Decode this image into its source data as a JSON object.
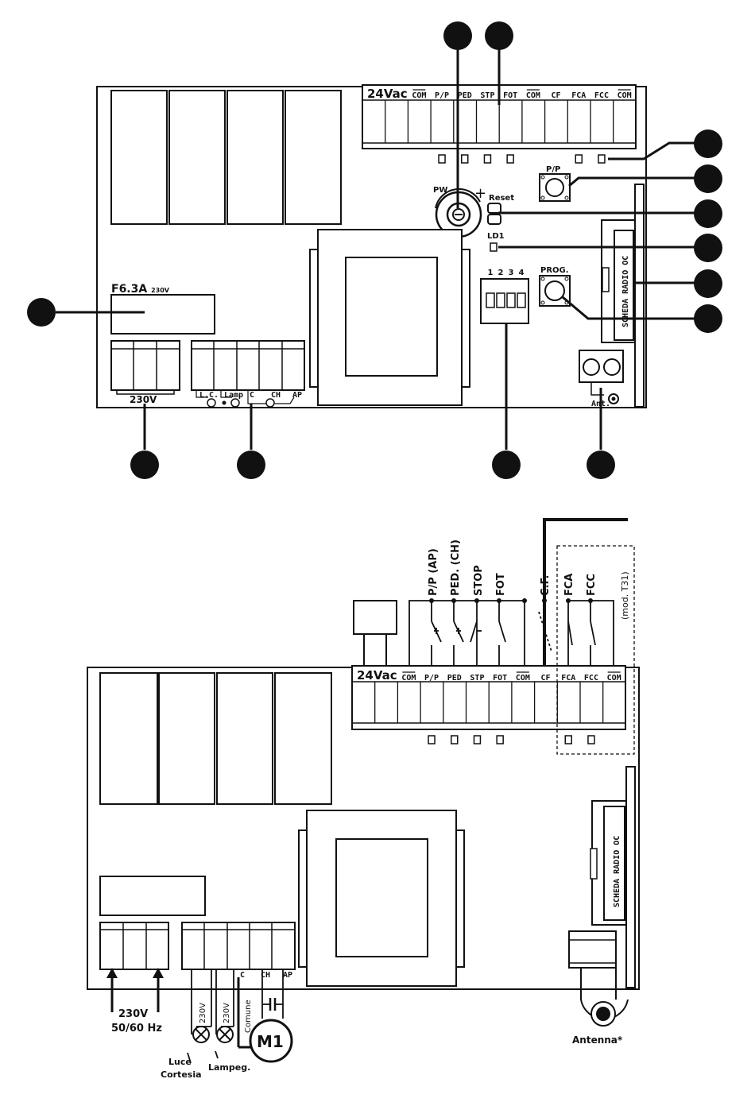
{
  "terminals": [
    "COM",
    "P/P",
    "PED",
    "STP",
    "FOT",
    "COM",
    "CF",
    "FCA",
    "FCC",
    "COM"
  ],
  "top": {
    "supply_label": "24Vac",
    "fuse_label": "F6.3A",
    "fuse_rating": "230V",
    "main_label": "230V",
    "out_labels": [
      "L.C.",
      "Lamp",
      "C",
      "CH",
      "AP"
    ],
    "pw_label": "PW",
    "plus_label": "+",
    "reset_label": "Reset",
    "ld1_label": "LD1",
    "pp_label": "P/P",
    "prog_label": "PROG.",
    "dip_labels": [
      "1",
      "2",
      "3",
      "4"
    ],
    "radio_label": "SCHEDA RADIO OC",
    "ant_label": "Ant."
  },
  "bottom": {
    "supply_label": "24Vac",
    "inputs": [
      "P/P (AP)",
      "PED. (CH)",
      "STOP",
      "FOT",
      "C.F.",
      "FCA",
      "FCC"
    ],
    "mod_label": "(mod. T31)",
    "radio_label": "SCHEDA RADIO OC",
    "out_labels": [
      "C",
      "CH",
      "AP"
    ],
    "power_line1": "230V",
    "power_line2": "50/60 Hz",
    "lamp_voltage_1": "230V",
    "lamp_voltage_2": "230V",
    "comune_label": "Comune",
    "motor_label": "M1",
    "luce_line1": "Luce",
    "luce_line2": "Cortesia",
    "lampeg_label": "Lampeg.",
    "antenna_label": "Antenna*"
  }
}
